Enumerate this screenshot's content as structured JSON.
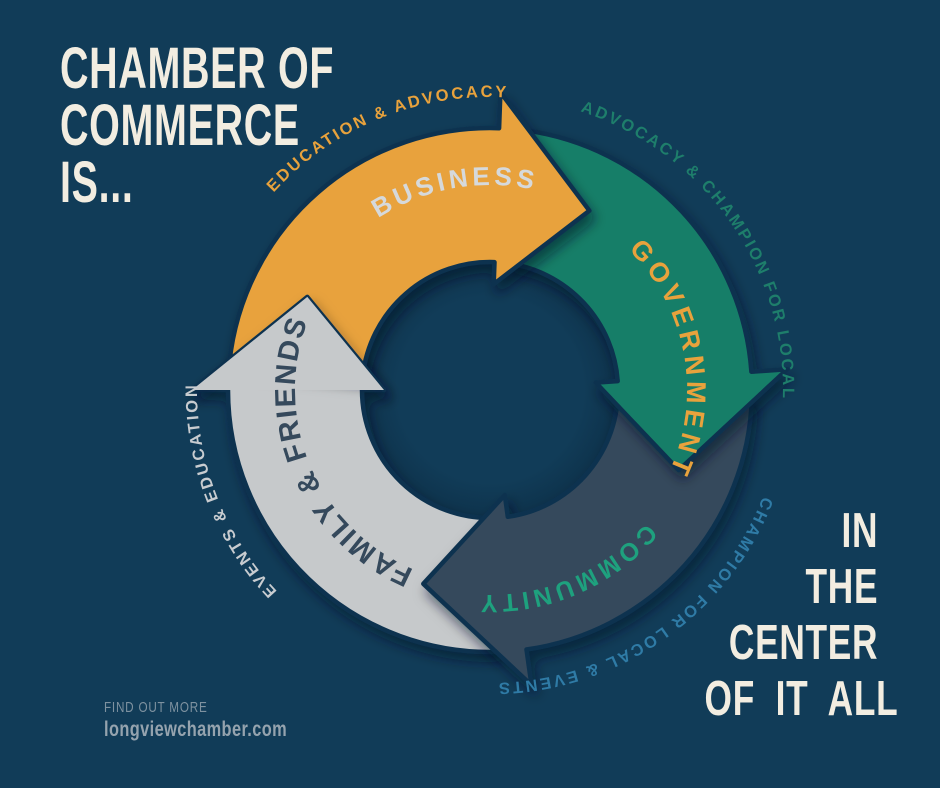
{
  "poster": {
    "headline": {
      "lines": [
        "CHAMBER OF",
        "COMMERCE",
        "IS..."
      ]
    },
    "tagline": {
      "lines": [
        "IN",
        "THE",
        "CENTER",
        "OF IT ALL"
      ]
    },
    "footer": {
      "label": "FIND OUT MORE",
      "website": "longviewchamber.com"
    },
    "colors": {
      "background": "#113C58",
      "headline_text": "#F2EDE1",
      "tagline_text": "#F2EDE1",
      "footer_label": "#7E92A0",
      "footer_website": "#95A3AE"
    }
  },
  "cycle": {
    "segments": [
      {
        "label": "BUSINESS",
        "arrow_color": "#E8A23C",
        "label_color": "#D6D9DB",
        "outer_caption": "EDUCATION & ADVOCACY",
        "outer_caption_color": "#E8A23C"
      },
      {
        "label": "GOVERNMENT",
        "arrow_color": "#177E67",
        "label_color": "#E8A23C",
        "outer_caption": "ADVOCACY & CHAMPION FOR LOCAL",
        "outer_caption_color": "#1E7E6B"
      },
      {
        "label": "COMMUNITY",
        "arrow_color": "#35495C",
        "label_color": "#1EA17E",
        "outer_caption": "CHAMPION FOR LOCAL & EVENTS",
        "outer_caption_color": "#2F7BA6"
      },
      {
        "label": "FAMILY & FRIENDS",
        "arrow_color": "#C6C9CB",
        "label_color": "#35495C",
        "outer_caption": "EVENTS & EDUCATION",
        "outer_caption_color": "#C8CCD0"
      }
    ]
  }
}
